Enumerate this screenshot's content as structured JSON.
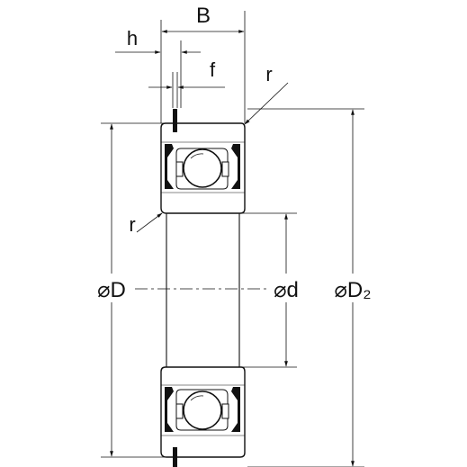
{
  "labels": {
    "B": "B",
    "h": "h",
    "f": "f",
    "r_top": "r",
    "r_left": "r",
    "D": "⌀D",
    "d": "⌀d",
    "D2": "⌀D₂"
  },
  "colors": {
    "ink": "#111111",
    "hatch": "#666666",
    "ring_fill": "#d9d9d9",
    "background": "#ffffff"
  }
}
